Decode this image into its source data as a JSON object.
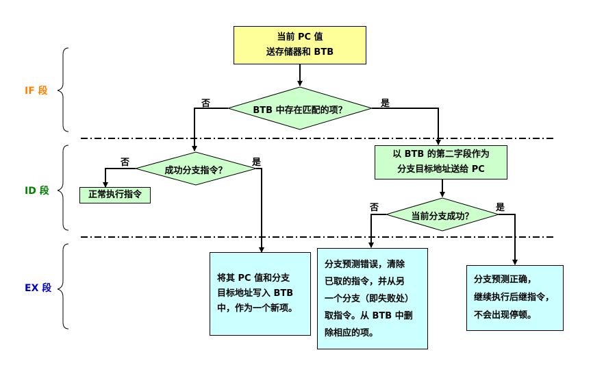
{
  "stages": {
    "if": {
      "label": "IF 段",
      "color": "#ff8000"
    },
    "id": {
      "label": "ID 段",
      "color": "#008000"
    },
    "ex": {
      "label": "EX 段",
      "color": "#0000cc"
    }
  },
  "nodes": {
    "start": "当前 PC 值\n送存储器和 BTB",
    "decision_btb": "BTB 中存在匹配的项？",
    "decision_branch": "成功分支指令？",
    "normal_exec": "正常执行指令",
    "btb_target": "以 BTB 的第二字段作为\n分支目标地址送给 PC",
    "decision_success": "当前分支成功？",
    "write_btb": "将其 PC 值和分支\n目标地址写入 BTB\n中，作为一个新项。",
    "mispredict": "分支预测错误，清除\n已取的指令，并从另\n一个分支（即失败处）\n取指令。从 BTB 中删\n除相应的项。",
    "correct": "分支预测正确，\n继续执行后继指令，\n不会出现停顿。"
  },
  "edge_labels": {
    "no": "否",
    "yes": "是"
  },
  "colors": {
    "start_fill": "#ffff99",
    "decision_fill": "#ccffcc",
    "process_green": "#ccffcc",
    "result_cyan": "#ccffff"
  }
}
